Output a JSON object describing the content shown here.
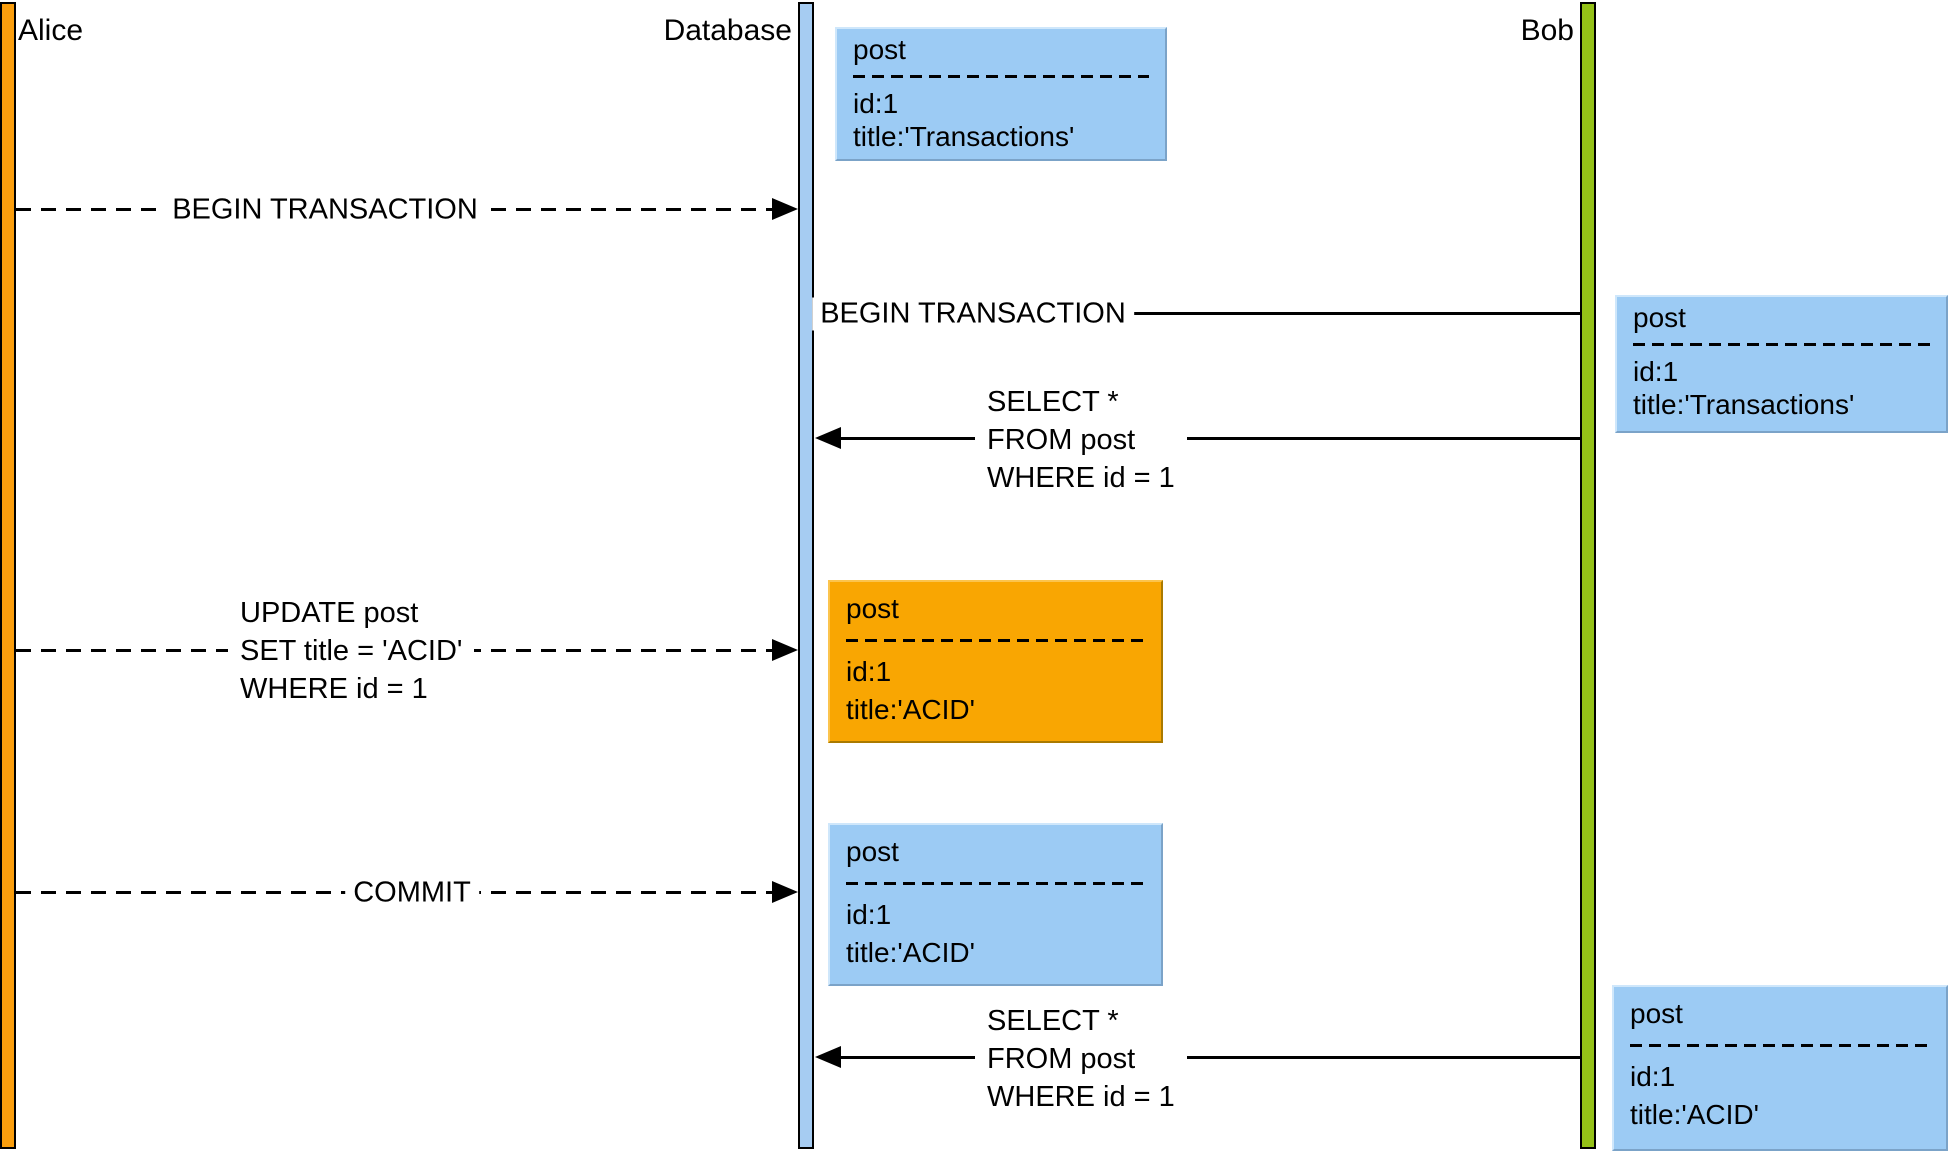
{
  "diagram": {
    "type": "sequence-diagram",
    "actors": [
      {
        "label": "Alice",
        "color": "#FA9E0D"
      },
      {
        "label": "Database",
        "color": "#A6CCF2"
      },
      {
        "label": "Bob",
        "color": "#94C117"
      }
    ],
    "messages": [
      {
        "from": "Alice",
        "to": "Database",
        "style": "dashed",
        "label": "BEGIN TRANSACTION"
      },
      {
        "from": "Bob",
        "to": "Database",
        "style": "solid",
        "label": "BEGIN TRANSACTION"
      },
      {
        "from": "Bob",
        "to": "Database",
        "style": "solid",
        "lines": [
          "SELECT *",
          "FROM post",
          "WHERE id = 1"
        ]
      },
      {
        "from": "Alice",
        "to": "Database",
        "style": "dashed",
        "lines": [
          "UPDATE post",
          "SET title = 'ACID'",
          "WHERE id = 1"
        ]
      },
      {
        "from": "Alice",
        "to": "Database",
        "style": "dashed",
        "label": "COMMIT"
      },
      {
        "from": "Bob",
        "to": "Database",
        "style": "solid",
        "lines": [
          "SELECT *",
          "FROM post",
          "WHERE id = 1"
        ]
      }
    ],
    "state_boxes": [
      {
        "owner": "Database",
        "variant": "blue",
        "title": "post",
        "fields": [
          "id:1",
          "title:'Transactions'"
        ]
      },
      {
        "owner": "Bob",
        "variant": "blue",
        "title": "post",
        "fields": [
          "id:1",
          "title:'Transactions'"
        ]
      },
      {
        "owner": "Database",
        "variant": "orange",
        "title": "post",
        "fields": [
          "id:1",
          "title:'ACID'"
        ]
      },
      {
        "owner": "Database",
        "variant": "blue",
        "title": "post",
        "fields": [
          "id:1",
          "title:'ACID'"
        ]
      },
      {
        "owner": "Bob",
        "variant": "blue",
        "title": "post",
        "fields": [
          "id:1",
          "title:'ACID'"
        ]
      }
    ],
    "colors": {
      "lifeline_alice": "#FA9E0D",
      "lifeline_database": "#A6CCF2",
      "lifeline_bob": "#94C117",
      "state_box_blue": "#9CCBF4",
      "state_box_orange": "#F9A602",
      "line": "#000000",
      "background": "#FFFFFF"
    }
  }
}
